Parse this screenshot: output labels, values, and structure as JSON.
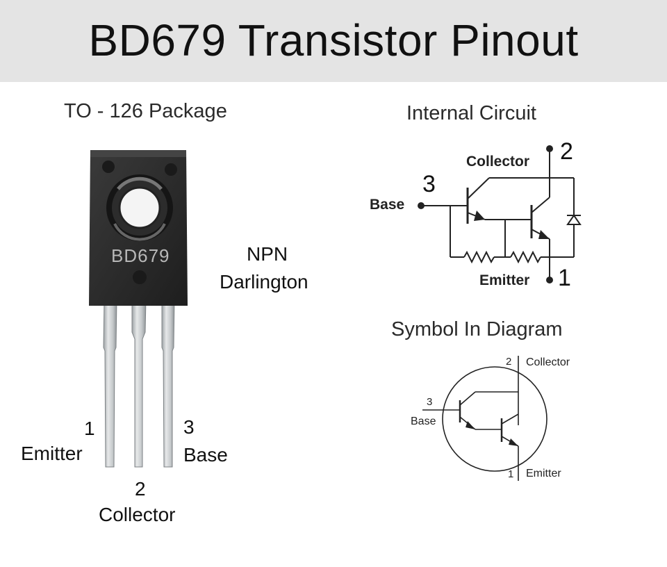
{
  "title": "BD679 Transistor Pinout",
  "package": {
    "heading": "TO - 126 Package",
    "marking": "BD679",
    "type_line1": "NPN",
    "type_line2": "Darlington",
    "pins": [
      {
        "number": "1",
        "name": "Emitter"
      },
      {
        "number": "2",
        "name": "Collector"
      },
      {
        "number": "3",
        "name": "Base"
      }
    ]
  },
  "internal_circuit": {
    "heading": "Internal Circuit",
    "collector_label": "Collector",
    "collector_num": "2",
    "base_label": "Base",
    "base_num": "3",
    "emitter_label": "Emitter",
    "emitter_num": "1"
  },
  "symbol": {
    "heading": "Symbol In Diagram",
    "collector_num": "2",
    "collector_label": "Collector",
    "base_num": "3",
    "base_label": "Base",
    "emitter_num": "1",
    "emitter_label": "Emitter"
  },
  "colors": {
    "banner": "#e4e4e4",
    "body_plastic": "#2a2a2a",
    "lead": "#c9cdd0",
    "line": "#222222"
  }
}
